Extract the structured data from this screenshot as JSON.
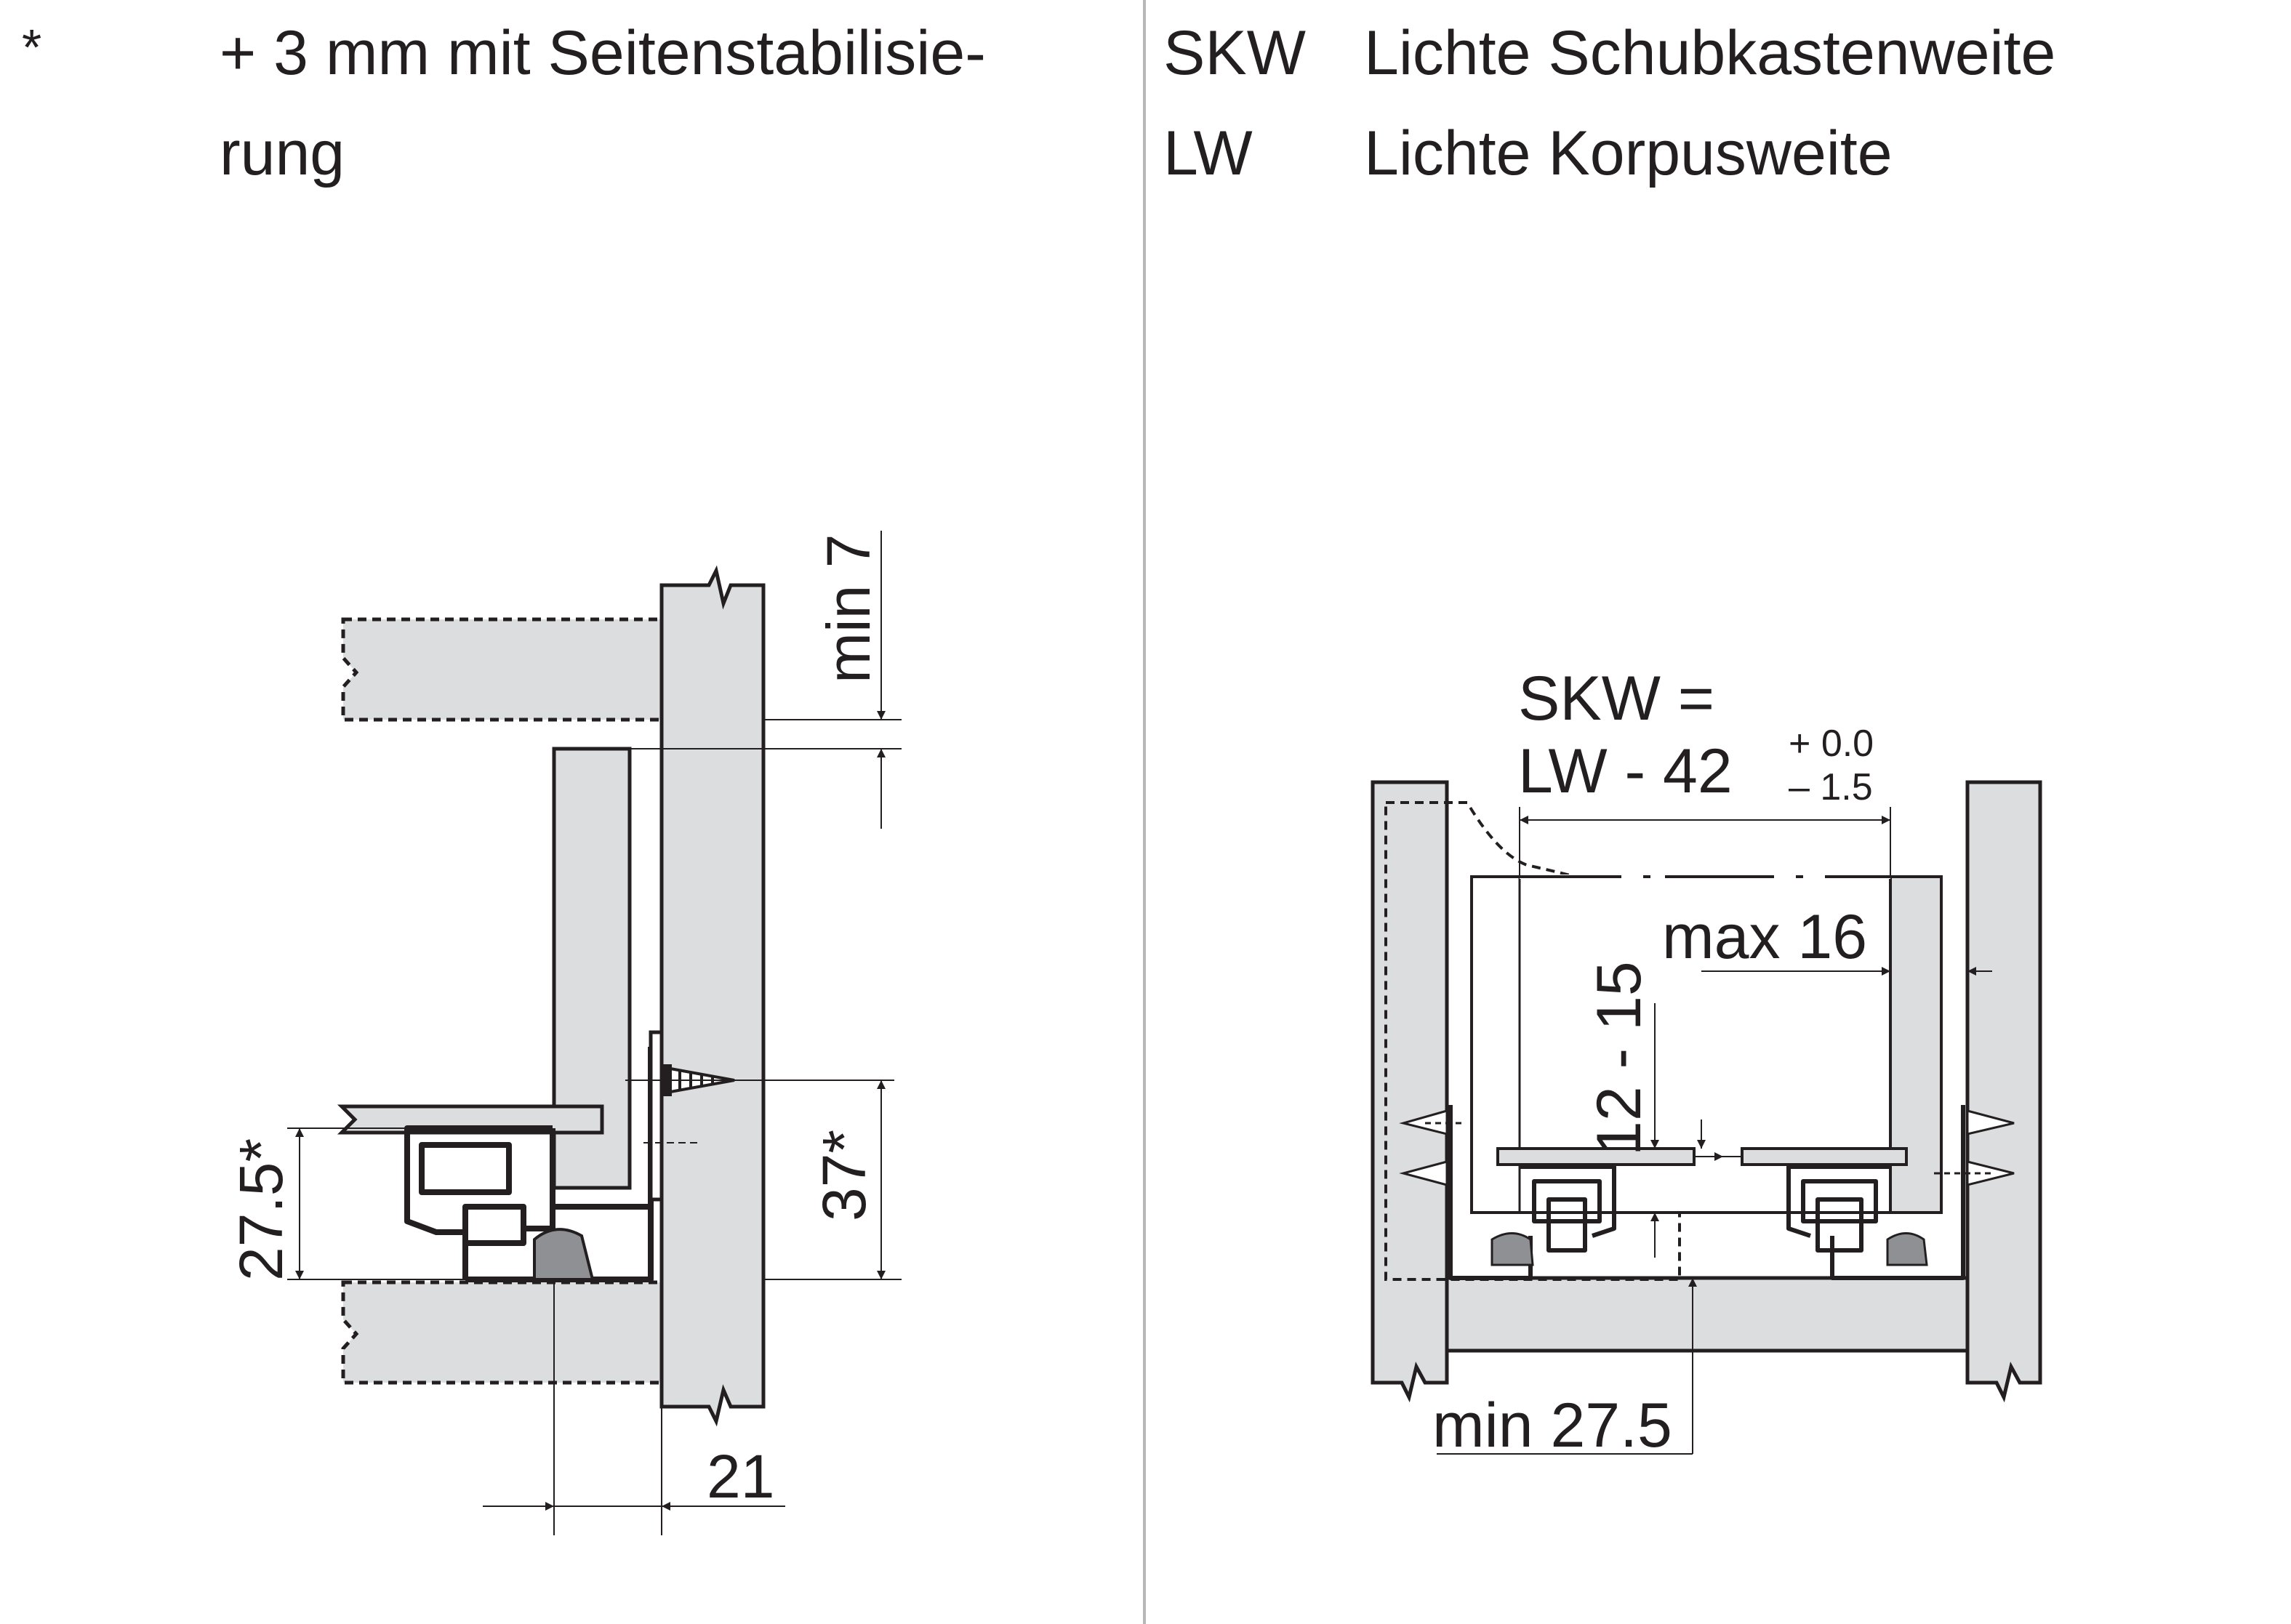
{
  "footnote": {
    "marker": "*",
    "line1": "+ 3 mm mit Seitenstabilisie-",
    "line2": "rung"
  },
  "legend": [
    {
      "abbr": "SKW",
      "text": "Lichte Schubkastenweite"
    },
    {
      "abbr": "LW",
      "text": "Lichte Korpusweite"
    }
  ],
  "left_drawing": {
    "dim_top": "min 7",
    "dim_right": "37*",
    "dim_left": "27.5*",
    "dim_bottom": "21"
  },
  "right_drawing": {
    "formula_line1": "SKW =",
    "formula_line2": "LW - 42",
    "tol_plus": "+ 0.0",
    "tol_minus": "– 1.5",
    "dim_max": "max 16",
    "dim_range": "12 - 15",
    "dim_min": "min 27.5"
  },
  "colors": {
    "panel_fill": "#dcdddf",
    "line": "#231f20",
    "divider": "#b8b8b8",
    "roller": "#8f9093"
  }
}
